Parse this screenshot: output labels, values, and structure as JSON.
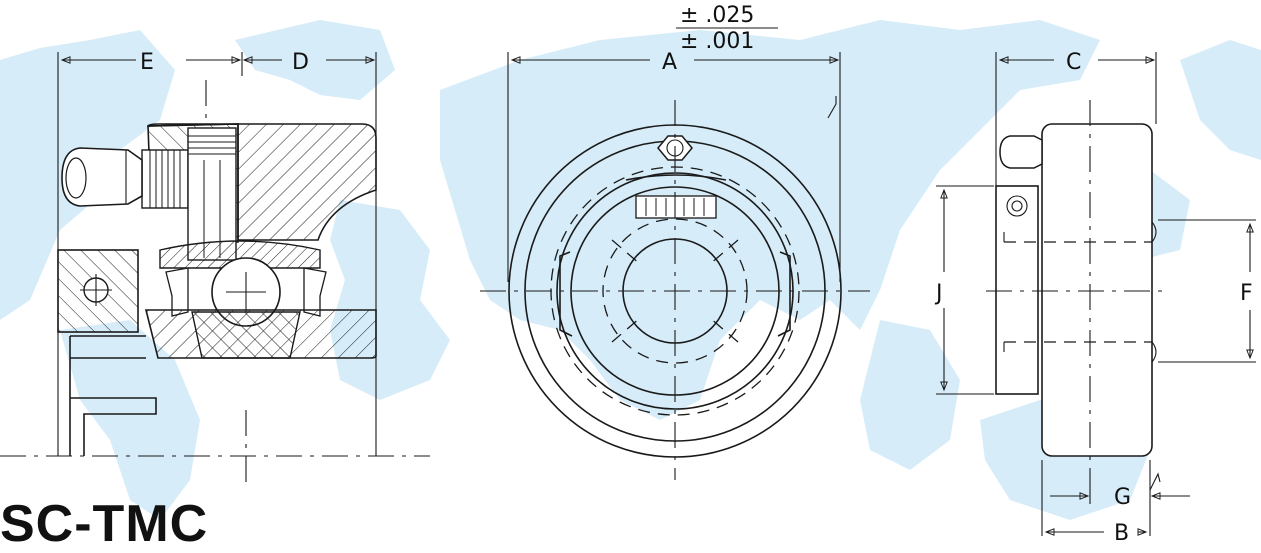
{
  "title": "SC-TMC",
  "colors": {
    "background": "#ffffff",
    "map": "#d6ecf8",
    "line": "#1a1a1a"
  },
  "dimensions": {
    "A": "A",
    "B": "B",
    "C": "C",
    "D": "D",
    "E": "E",
    "F": "F",
    "G": "G",
    "J": "J",
    "tol_plus": "± .025",
    "tol_minus": "± .001"
  }
}
